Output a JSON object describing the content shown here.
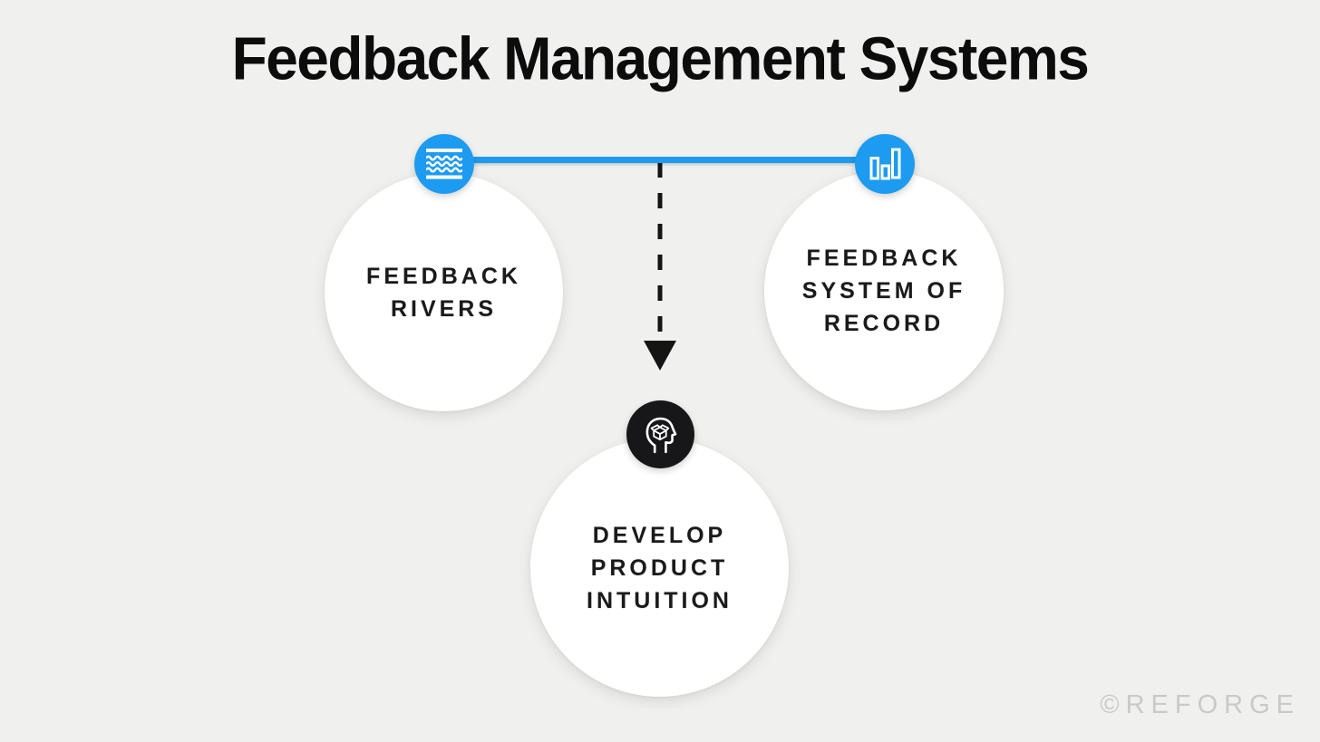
{
  "title": "Feedback Management Systems",
  "watermark": "©REFORGE",
  "colors": {
    "background": "#f0f0ee",
    "accent_blue": "#1d9bf0",
    "node_fill": "#ffffff",
    "dark_icon_bg": "#17171a",
    "text_dark": "#1a1a1a",
    "watermark_gray": "#c9c9c7"
  },
  "diagram": {
    "nodes": [
      {
        "id": "feedback-rivers",
        "label": "FEEDBACK\nRIVERS",
        "icon": "waves-icon",
        "icon_bg": "#1d9bf0"
      },
      {
        "id": "feedback-system-of-record",
        "label": "FEEDBACK\nSYSTEM OF\nRECORD",
        "icon": "bar-chart-icon",
        "icon_bg": "#1d9bf0"
      },
      {
        "id": "develop-product-intuition",
        "label": "DEVELOP\nPRODUCT\nINTUITION",
        "icon": "head-box-icon",
        "icon_bg": "#17171a"
      }
    ],
    "connectors": [
      {
        "type": "solid-line",
        "from": "feedback-rivers",
        "to": "feedback-system-of-record",
        "color": "#1d9bf0"
      },
      {
        "type": "dashed-arrow",
        "from": "solid-line-midpoint",
        "to": "develop-product-intuition",
        "color": "#141414"
      }
    ]
  }
}
